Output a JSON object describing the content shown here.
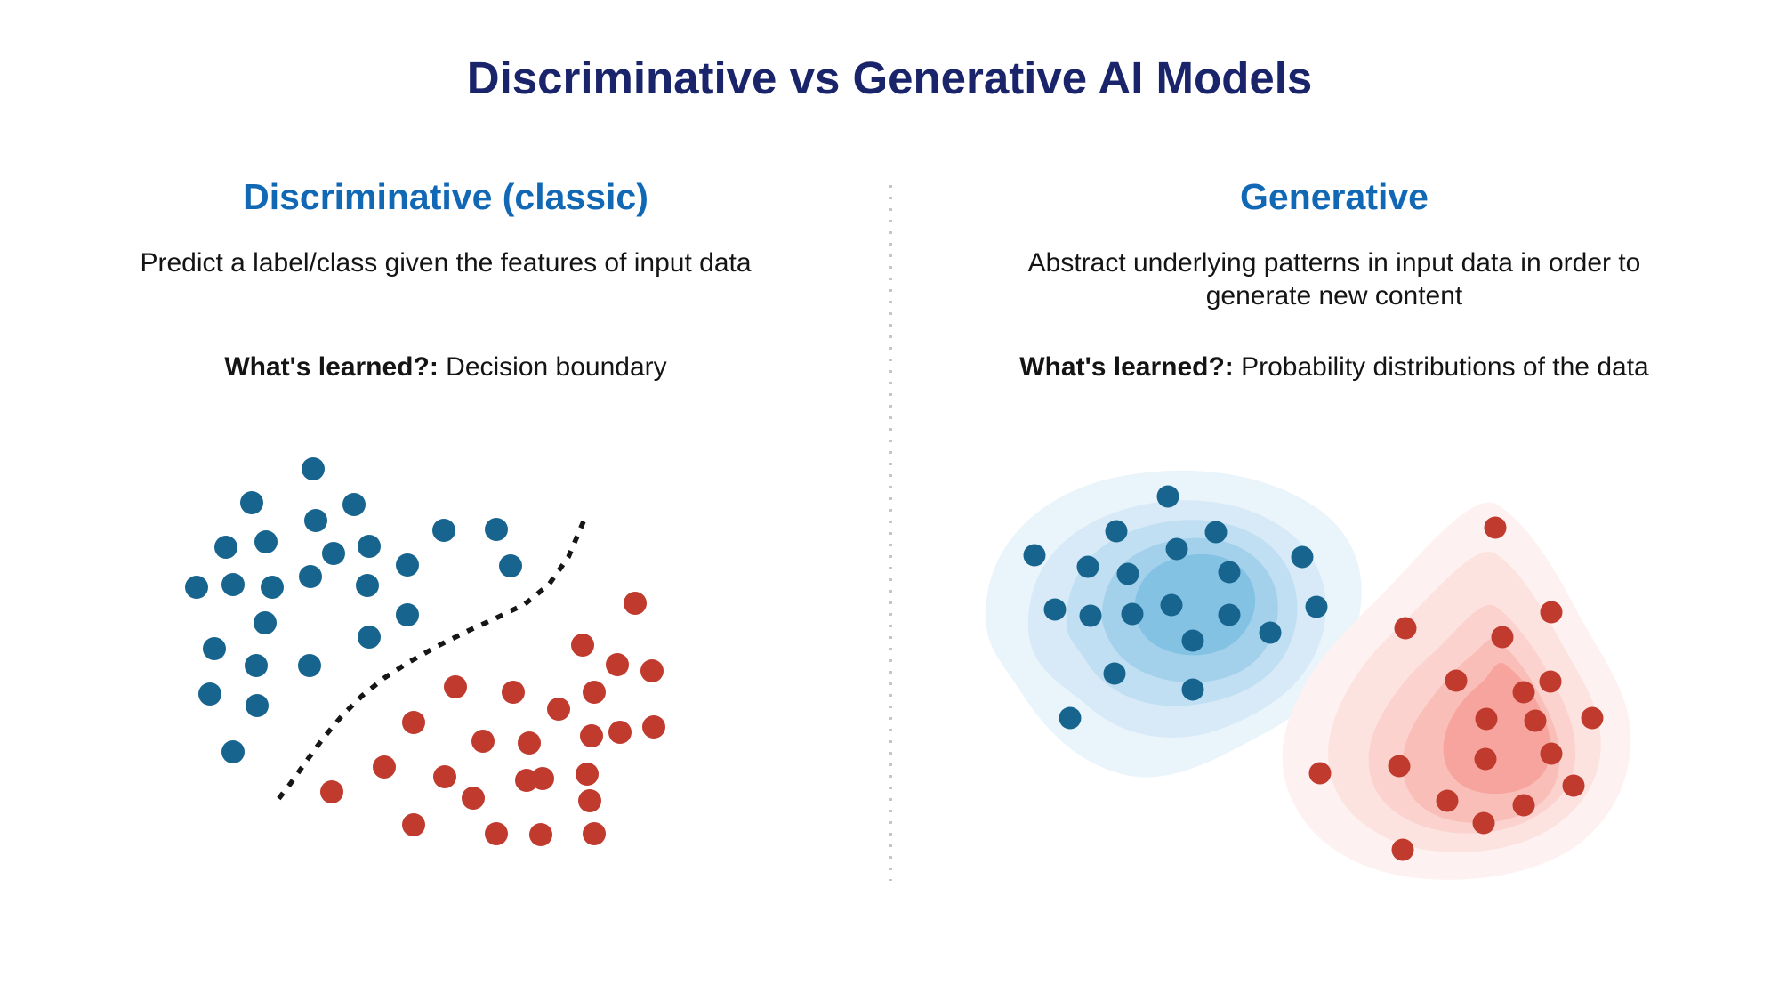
{
  "title": "Discriminative vs Generative AI Models",
  "colors": {
    "title_navy": "#1a246b",
    "heading_blue": "#1168b4",
    "body_text": "#141414",
    "class_blue": "#17658f",
    "class_red": "#c03a2e",
    "boundary_black": "#161616",
    "divider_gray": "#c6c6c6",
    "blue_contours": [
      "#eaf4fb",
      "#d8eaf7",
      "#c0dff2",
      "#a3d1ec",
      "#83c2e3"
    ],
    "red_contours": [
      "#fdf2f1",
      "#fce3e0",
      "#fbd2ce",
      "#f9beb8",
      "#f6a49d"
    ]
  },
  "left_panel": {
    "heading": "Discriminative (classic)",
    "description_lines": [
      "Predict a label/class given the features of input data"
    ],
    "learned_label": "What's learned?:",
    "learned_value": " Decision boundary",
    "scatter": {
      "type": "scatter",
      "dot_radius": 13,
      "blue_class_points": [
        [
          182,
          37
        ],
        [
          113,
          75
        ],
        [
          228,
          77
        ],
        [
          185,
          95
        ],
        [
          84,
          125
        ],
        [
          129,
          119
        ],
        [
          205,
          132
        ],
        [
          245,
          124
        ],
        [
          329,
          106
        ],
        [
          388,
          105
        ],
        [
          51,
          170
        ],
        [
          92,
          167
        ],
        [
          136,
          170
        ],
        [
          179,
          158
        ],
        [
          243,
          168
        ],
        [
          288,
          145
        ],
        [
          404,
          146
        ],
        [
          128,
          210
        ],
        [
          71,
          239
        ],
        [
          288,
          201
        ],
        [
          245,
          226
        ],
        [
          118,
          258
        ],
        [
          178,
          258
        ],
        [
          66,
          290
        ],
        [
          119,
          303
        ],
        [
          92,
          355
        ]
      ],
      "red_class_points": [
        [
          544,
          188
        ],
        [
          524,
          257
        ],
        [
          563,
          264
        ],
        [
          565,
          327
        ],
        [
          485,
          235
        ],
        [
          498,
          288
        ],
        [
          527,
          333
        ],
        [
          458,
          307
        ],
        [
          495,
          337
        ],
        [
          342,
          282
        ],
        [
          407,
          288
        ],
        [
          295,
          322
        ],
        [
          373,
          343
        ],
        [
          425,
          345
        ],
        [
          440,
          385
        ],
        [
          490,
          380
        ],
        [
          262,
          372
        ],
        [
          330,
          383
        ],
        [
          362,
          407
        ],
        [
          422,
          387
        ],
        [
          203,
          400
        ],
        [
          493,
          410
        ],
        [
          295,
          437
        ],
        [
          388,
          447
        ],
        [
          438,
          448
        ],
        [
          498,
          447
        ]
      ],
      "decision_boundary_points": [
        [
          486,
          96
        ],
        [
          469,
          136
        ],
        [
          447,
          167
        ],
        [
          420,
          189
        ],
        [
          389,
          204
        ],
        [
          356,
          219
        ],
        [
          322,
          236
        ],
        [
          290,
          254
        ],
        [
          262,
          272
        ],
        [
          237,
          292
        ],
        [
          214,
          315
        ],
        [
          193,
          340
        ],
        [
          174,
          366
        ],
        [
          157,
          390
        ],
        [
          143,
          408
        ]
      ]
    }
  },
  "right_panel": {
    "heading": "Generative",
    "description_lines": [
      "Abstract underlying patterns in input data in order to",
      "generate new content"
    ],
    "learned_label": "What's learned?:",
    "learned_value": " Probability distributions of the data",
    "density": {
      "type": "kde-contour-scatter",
      "dot_radius": 12.5,
      "blue_contour_paths": [
        "M 28 205 C 26 125 88 62 182 45 C 258 31 342 40 402 82 C 442 110 456 152 449 197 C 441 256 402 301 347 331 C 292 361 237 393 186 381 C 132 369 96 331 70 291 C 45 252 30 240 28 205 Z",
        "M 76 206 C 79 136 131 91 211 76 C 279 64 346 81 383 121 C 413 154 419 201 399 244 C 379 286 341 311 293 329 C 245 347 186 341 146 306 C 109 274 74 261 76 206 Z",
        "M 119 201 C 123 146 159 111 223 98 C 283 86 339 103 363 141 C 385 175 383 217 361 251 C 339 283 299 299 255 303 C 207 307 163 289 141 253 C 125 228 117 227 119 201 Z",
        "M 159 196 C 163 153 191 126 241 117 C 289 108 329 125 347 156 C 363 184 359 218 339 244 C 318 271 281 280 243 276 C 203 271 175 251 164 223 C 159 211 158 205 159 196 Z",
        "M 196 186 C 201 156 223 139 257 134 C 291 129 317 142 327 165 C 336 185 330 209 313 227 C 295 245 267 250 241 244 C 213 237 194 219 196 186 Z"
      ],
      "red_contour_paths": [
        "M 603 77 C 639 99 668 150 692 195 C 718 244 745 277 752 322 C 759 374 738 427 693 460 C 646 494 574 503 514 497 C 454 491 400 463 376 416 C 353 373 360 331 381 291 C 403 247 431 221 466 186 C 511 141 575 59 603 77 Z",
        "M 601 132 C 628 149 652 190 673 228 C 695 268 715 296 719 333 C 724 376 705 413 667 439 C 629 465 570 473 522 465 C 476 457 437 433 421 396 C 406 361 414 326 431 293 C 450 256 473 233 501 206 C 537 171 580 119 601 132 Z",
        "M 602 192 C 622 206 644 236 661 267 C 678 298 690 322 691 352 C 693 386 675 412 644 429 C 613 447 567 451 532 442 C 499 434 471 415 462 387 C 454 360 461 334 476 309 C 492 282 510 262 532 243 C 557 220 586 180 602 192 Z",
        "M 604 230 C 621 243 638 266 652 293 C 666 319 675 342 673 370 C 671 398 654 417 627 427 C 600 437 562 438 536 427 C 512 417 498 398 497 373 C 496 348 506 327 521 306 C 538 282 556 261 575 246 C 586 237 595 222 604 230 Z",
        "M 611 256 C 626 266 643 286 653 310 C 663 332 667 354 659 372 C 650 391 629 401 605 402 C 581 403 559 395 549 377 C 540 361 541 341 549 323 C 558 303 571 289 586 277 C 595 269 602 250 611 256 Z"
      ],
      "blue_class_points": [
        [
          233,
          68
        ],
        [
          175,
          107
        ],
        [
          287,
          108
        ],
        [
          243,
          127
        ],
        [
          83,
          134
        ],
        [
          143,
          147
        ],
        [
          188,
          155
        ],
        [
          302,
          153
        ],
        [
          384,
          136
        ],
        [
          237,
          190
        ],
        [
          106,
          195
        ],
        [
          146,
          202
        ],
        [
          193,
          200
        ],
        [
          302,
          201
        ],
        [
          400,
          192
        ],
        [
          348,
          221
        ],
        [
          261,
          230
        ],
        [
          173,
          267
        ],
        [
          261,
          285
        ],
        [
          123,
          317
        ]
      ],
      "red_class_points": [
        [
          601,
          103
        ],
        [
          500,
          216
        ],
        [
          664,
          198
        ],
        [
          609,
          226
        ],
        [
          557,
          275
        ],
        [
          663,
          276
        ],
        [
          633,
          288
        ],
        [
          591,
          318
        ],
        [
          646,
          320
        ],
        [
          710,
          317
        ],
        [
          664,
          357
        ],
        [
          590,
          363
        ],
        [
          493,
          371
        ],
        [
          404,
          379
        ],
        [
          689,
          393
        ],
        [
          547,
          410
        ],
        [
          633,
          415
        ],
        [
          588,
          435
        ],
        [
          497,
          465
        ]
      ]
    }
  }
}
